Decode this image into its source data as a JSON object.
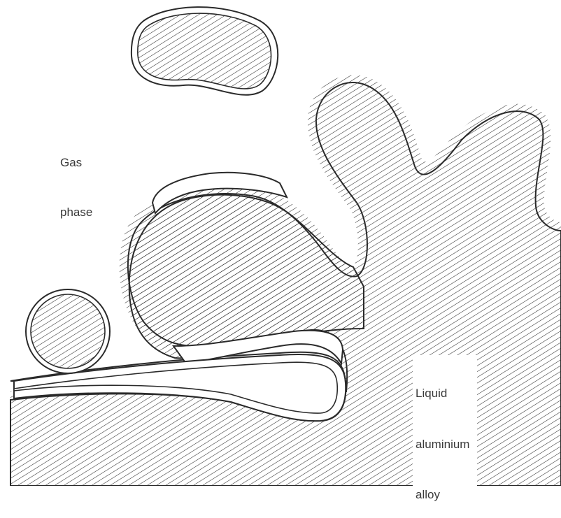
{
  "labels": {
    "gas_line1": "Gas",
    "gas_line2": "phase",
    "liquid_line1": "Liquid",
    "liquid_line2": "aluminium",
    "liquid_line3": "alloy"
  },
  "colors": {
    "ink": "#2a2a2a",
    "background": "#ffffff"
  }
}
